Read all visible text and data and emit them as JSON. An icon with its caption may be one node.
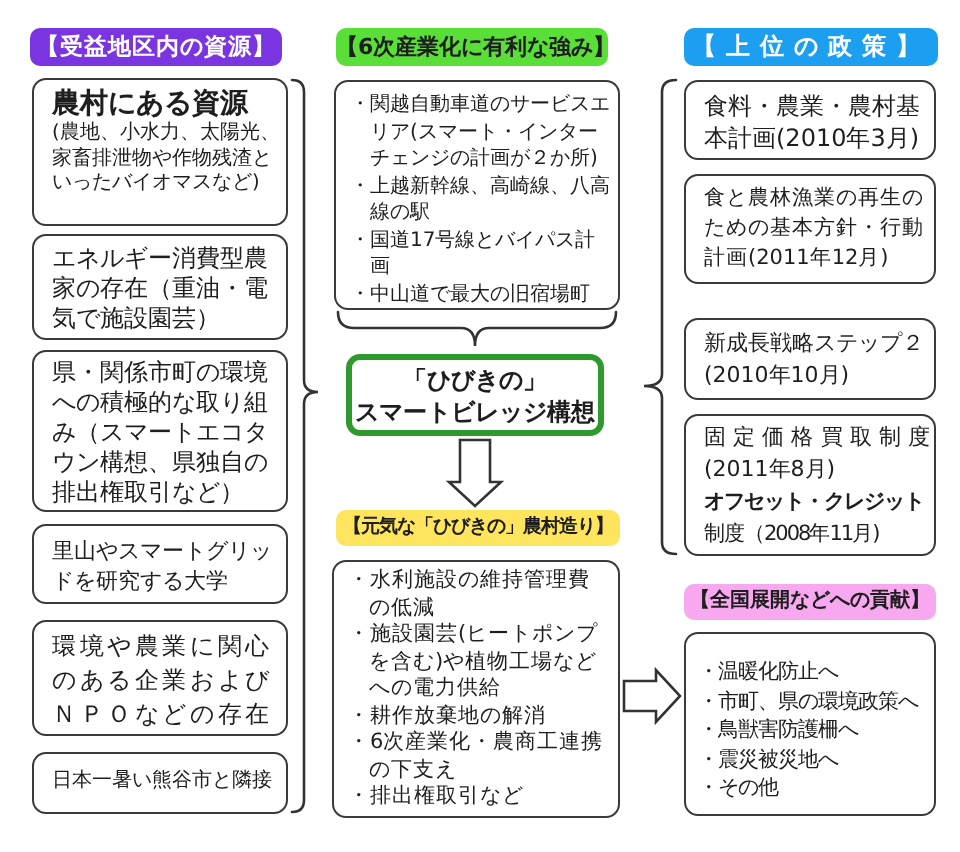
{
  "diagram": {
    "nodes": [
      {
        "text": [
          "【受益地区内の資源】"
        ]
      },
      {
        "text": [
          "農村にある資源",
          "(農地、小水力、太陽光、家畜排泄物や作物残渣といったバイオマスなど)"
        ]
      },
      {
        "text": [
          "エネルギー消費型農家の存在（重油・電気で施設園芸）"
        ]
      },
      {
        "text": [
          "県・関係市町の環境への積極的な取り組み（スマートエコタウン構想、県独自の排出権取引など）"
        ]
      },
      {
        "text": [
          "里山やスマートグリッドを研究する大学"
        ]
      },
      {
        "text": [
          "環境や農業に関心のある企業およびＮＰＯなどの存在"
        ]
      },
      {
        "text": [
          "日本一暑い熊谷市と隣接"
        ]
      },
      {
        "text": [
          "【6次産業化に有利な強み】"
        ]
      },
      {
        "text": [
          "・関越自動車道のサービスエリア(スマート・インターチェンジの計画が２か所)",
          "・上越新幹線、高崎線、八高線の駅",
          "・国道17号線とバイパス計画",
          "・中山道で最大の旧宿場町"
        ]
      },
      {
        "text": [
          "「ひびきの」スマートビレッジ構想"
        ]
      },
      {
        "text": [
          "【元気な「ひびきの」農村造り】"
        ]
      },
      {
        "text": [
          "・水利施設の維持管理費の低減",
          "・施設園芸(ヒートポンプを含む)や植物工場などへの電力供給",
          "・耕作放棄地の解消",
          "・6次産業化・農商工連携の下支え",
          "・排出権取引など"
        ]
      },
      {
        "text": [
          "【上位の政策】"
        ]
      },
      {
        "text": [
          "食料・農業・農村基本計画(2010年3月)"
        ]
      },
      {
        "text": [
          "食と農林漁業の再生のための基本方針・行動計画(2011年12月)"
        ]
      },
      {
        "text": [
          "新成長戦略ステップ２(2010年10月)"
        ]
      },
      {
        "text": [
          "固定価格買取制度(2011年8月)",
          "**オフセット・クレジット**制度（2008年11月)"
        ]
      },
      {
        "text": [
          "【全国展開などへの貢献】"
        ]
      },
      {
        "text": [
          "・温暖化防止へ",
          "・市町、県の環境政策へ",
          "・鳥獣害防護柵へ",
          "・震災被災地へ",
          "・その他"
        ]
      }
    ],
    "edges": [
      {
        "from": 9,
        "to": 10,
        "arrow": "to"
      },
      {
        "from": 11,
        "to": 18,
        "arrow": "to"
      }
    ]
  }
}
